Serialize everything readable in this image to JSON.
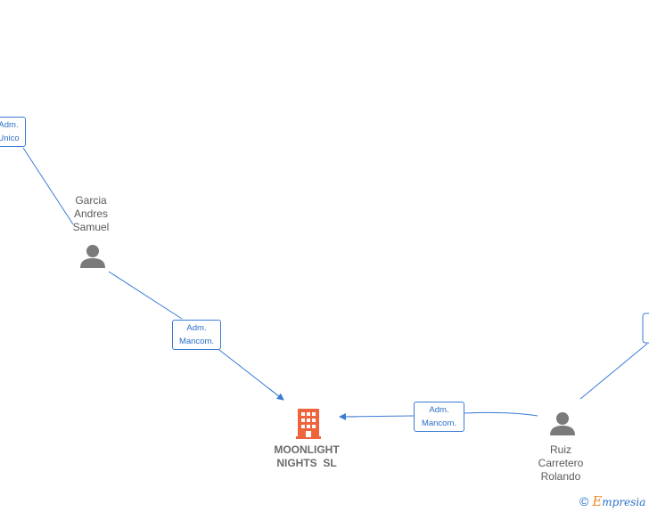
{
  "nodes": {
    "company": {
      "name_line1": "MOONLIGHT",
      "name_line2": "NIGHTS  SL",
      "icon": "building-icon",
      "color": "#f0643c"
    },
    "person_garcia": {
      "line1": "Garcia",
      "line2": "Andres",
      "line3": "Samuel",
      "icon": "person-icon"
    },
    "person_ruiz": {
      "line1": "Ruiz",
      "line2": "Carretero",
      "line3": "Rolando",
      "icon": "person-icon"
    }
  },
  "edges": {
    "top_left": {
      "line1": "Adm.",
      "line2": "Unico"
    },
    "garcia_to_company": {
      "line1": "Adm.",
      "line2": "Mancom."
    },
    "ruiz_to_company": {
      "line1": "Adm.",
      "line2": "Mancom."
    }
  },
  "colors": {
    "edge": "#3a7bd5",
    "person": "#7a7a7a"
  },
  "watermark": {
    "copyright": "©",
    "brand_first": "E",
    "brand_rest": "mpresia"
  }
}
